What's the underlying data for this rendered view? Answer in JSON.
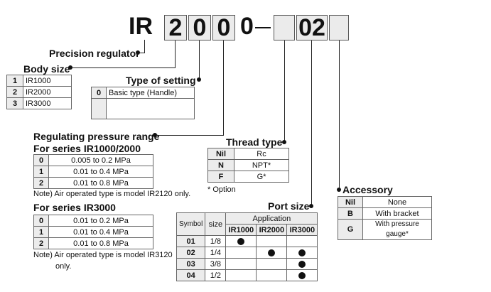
{
  "header": {
    "prefix": "IR",
    "digits": [
      "2",
      "0",
      "0"
    ],
    "suffix_digit": "0",
    "dash": "—",
    "port_code": "02"
  },
  "precision_regulator_label": "Precision regulator",
  "body_size": {
    "label": "Body size",
    "rows": [
      {
        "key": "1",
        "value": "IR1000"
      },
      {
        "key": "2",
        "value": "IR2000"
      },
      {
        "key": "3",
        "value": "IR3000"
      }
    ]
  },
  "type_of_setting": {
    "label": "Type of setting",
    "rows": [
      {
        "key": "0",
        "value": "Basic type (Handle)"
      },
      {
        "key": "",
        "value": ""
      }
    ]
  },
  "regulating_pressure": {
    "label": "Regulating pressure range",
    "series_a": {
      "label": "For series IR1000/2000",
      "rows": [
        {
          "key": "0",
          "value": "0.005 to 0.2 MPa"
        },
        {
          "key": "1",
          "value": "0.01 to 0.4 MPa"
        },
        {
          "key": "2",
          "value": "0.01 to 0.8 MPa"
        }
      ],
      "note": "Note) Air operated type is model IR2120 only."
    },
    "series_b": {
      "label": "For series IR3000",
      "rows": [
        {
          "key": "0",
          "value": "0.01 to 0.2 MPa"
        },
        {
          "key": "1",
          "value": "0.01 to 0.4 MPa"
        },
        {
          "key": "2",
          "value": "0.01 to 0.8 MPa"
        }
      ],
      "note_line1": "Note) Air operated type is model IR3120",
      "note_line2": "only."
    }
  },
  "thread_type": {
    "label": "Thread type",
    "rows": [
      {
        "key": "Nil",
        "value": "Rc"
      },
      {
        "key": "N",
        "value": "NPT*"
      },
      {
        "key": "F",
        "value": "G*"
      }
    ],
    "option_note": "* Option"
  },
  "port_size": {
    "label": "Port size",
    "col_symbol": "Symbol",
    "col_size": "size",
    "col_application": "Application",
    "models": [
      "IR1000",
      "IR2000",
      "IR3000"
    ],
    "rows": [
      {
        "symbol": "01",
        "size": "1/8",
        "apps": [
          true,
          false,
          false
        ]
      },
      {
        "symbol": "02",
        "size": "1/4",
        "apps": [
          false,
          true,
          true
        ]
      },
      {
        "symbol": "03",
        "size": "3/8",
        "apps": [
          false,
          false,
          true
        ]
      },
      {
        "symbol": "04",
        "size": "1/2",
        "apps": [
          false,
          false,
          true
        ]
      }
    ]
  },
  "accessory": {
    "label": "Accessory",
    "rows": [
      {
        "key": "Nil",
        "value": "None"
      },
      {
        "key": "B",
        "value": "With bracket"
      },
      {
        "key": "G",
        "value": "With pressure gauge*"
      }
    ]
  }
}
